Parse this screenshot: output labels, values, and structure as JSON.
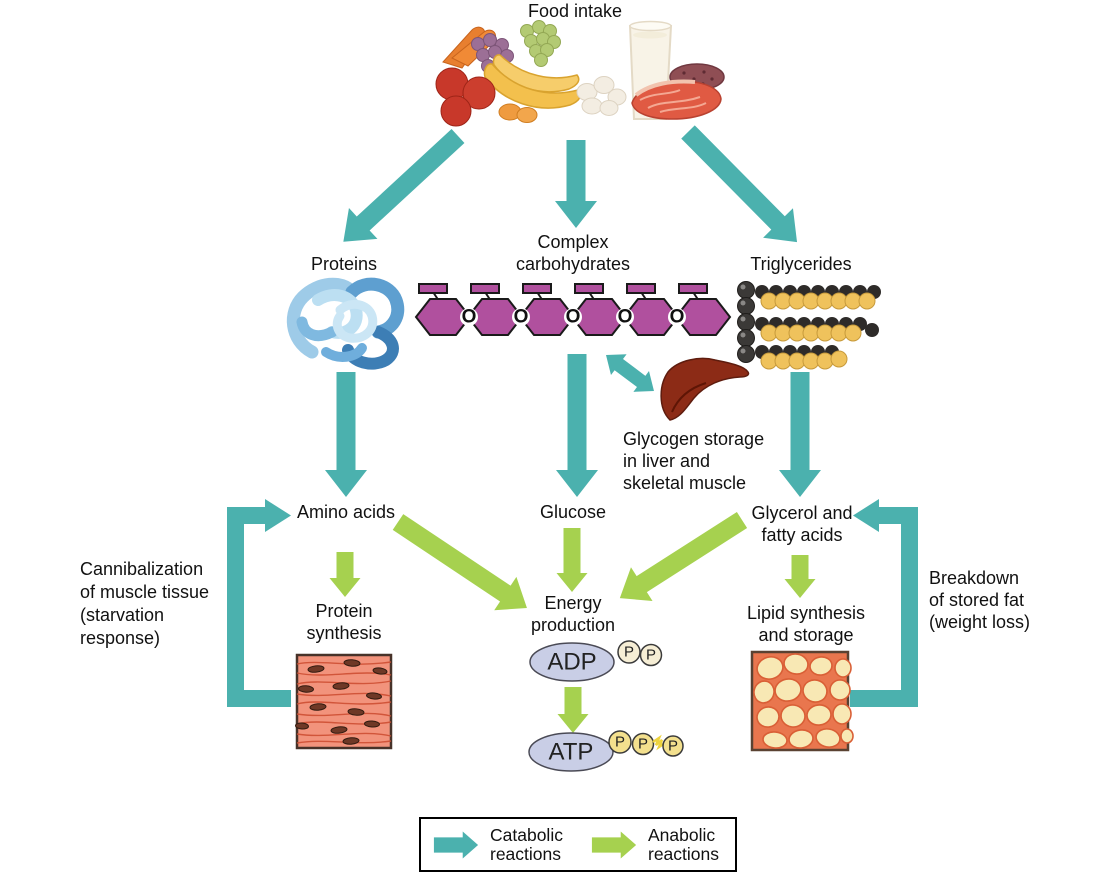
{
  "title": "Food intake",
  "colors": {
    "catabolic": "#4BB1AE",
    "anabolic": "#A6D14F",
    "hexagon": "#B0509E",
    "nucleotide": "#C9CEE6",
    "phosphate": "#F6EED5",
    "phosphate2": "#F3E08E",
    "liver": "#8C2B16"
  },
  "nodes": {
    "proteins": "Proteins",
    "complex_carbohydrates": [
      "Complex",
      "carbohydrates"
    ],
    "triglycerides": "Triglycerides",
    "amino_acids": "Amino acids",
    "glucose": "Glucose",
    "glycerol_fatty_acids": [
      "Glycerol and",
      "fatty acids"
    ],
    "protein_synthesis": [
      "Protein",
      "synthesis"
    ],
    "energy_production": [
      "Energy",
      "production"
    ],
    "lipid_synthesis_storage": [
      "Lipid synthesis",
      "and storage"
    ],
    "adp": "ADP",
    "atp": "ATP",
    "phosphate": "P",
    "oxygen_link": "O"
  },
  "notes": {
    "glycogen_storage": [
      "Glycogen storage",
      "in liver and",
      "skeletal muscle"
    ],
    "cannibalization": [
      "Cannibalization",
      "of muscle tissue",
      "(starvation",
      "response)"
    ],
    "fat_breakdown": [
      "Breakdown",
      "of stored fat",
      "(weight loss)"
    ]
  },
  "legend": {
    "catabolic": [
      "Catabolic",
      "reactions"
    ],
    "anabolic": [
      "Anabolic",
      "reactions"
    ]
  },
  "flows": [
    {
      "from": "Food intake",
      "to": "Proteins",
      "type": "catabolic"
    },
    {
      "from": "Food intake",
      "to": "Complex carbohydrates",
      "type": "catabolic"
    },
    {
      "from": "Food intake",
      "to": "Triglycerides",
      "type": "catabolic"
    },
    {
      "from": "Proteins",
      "to": "Amino acids",
      "type": "catabolic"
    },
    {
      "from": "Complex carbohydrates",
      "to": "Glucose",
      "type": "catabolic"
    },
    {
      "from": "Complex carbohydrates",
      "to": "Glycogen storage in liver and skeletal muscle",
      "type": "catabolic",
      "bidirectional": true
    },
    {
      "from": "Triglycerides",
      "to": "Glycerol and fatty acids",
      "type": "catabolic"
    },
    {
      "from": "Amino acids",
      "to": "Protein synthesis",
      "type": "anabolic"
    },
    {
      "from": "Amino acids",
      "to": "Energy production",
      "type": "anabolic"
    },
    {
      "from": "Glucose",
      "to": "Energy production",
      "type": "anabolic"
    },
    {
      "from": "Glycerol and fatty acids",
      "to": "Energy production",
      "type": "anabolic"
    },
    {
      "from": "Glycerol and fatty acids",
      "to": "Lipid synthesis and storage",
      "type": "anabolic"
    },
    {
      "from": "ADP",
      "to": "ATP",
      "type": "anabolic"
    },
    {
      "from": "Muscle tissue",
      "to": "Amino acids",
      "type": "catabolic",
      "label": "Cannibalization of muscle tissue (starvation response)"
    },
    {
      "from": "Stored fat",
      "to": "Glycerol and fatty acids",
      "type": "catabolic",
      "label": "Breakdown of stored fat (weight loss)"
    }
  ]
}
